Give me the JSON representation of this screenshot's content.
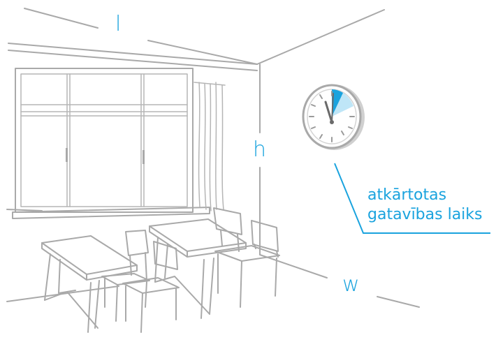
{
  "labels": {
    "length": "l",
    "height": "h",
    "width": "w",
    "callout_line1": "atkārtotas",
    "callout_line2": "gatavības laiks"
  },
  "colors": {
    "accent": "#1aa3de",
    "lines": "#a9a9a9",
    "clock_sector": "#bfe6f7"
  },
  "icons": {
    "clock": "wall-clock-icon"
  }
}
